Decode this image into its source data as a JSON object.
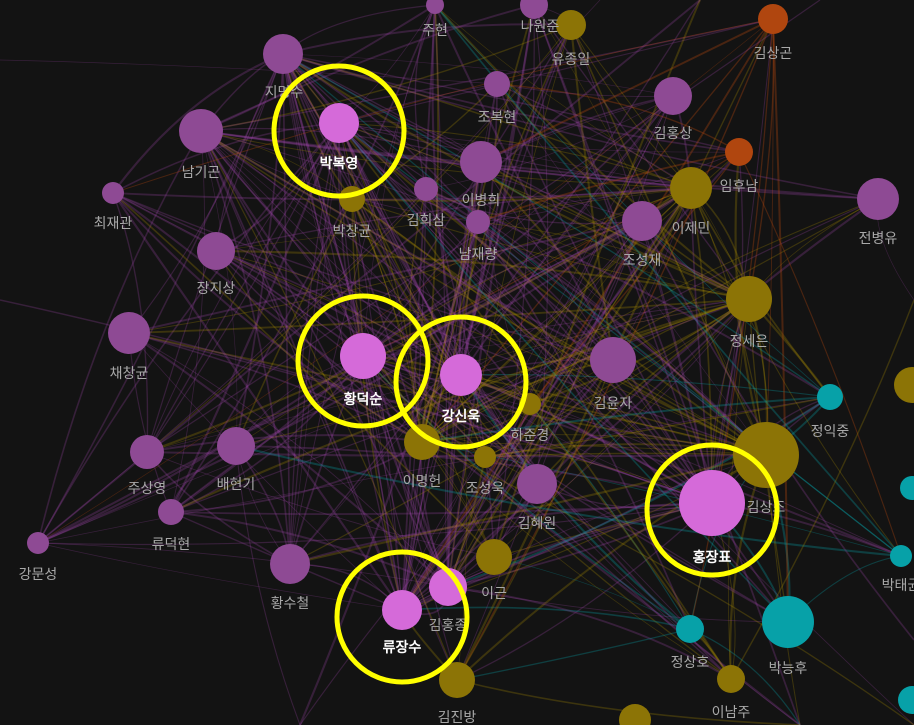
{
  "colors": {
    "background": "#131313",
    "purple": "#8e4a94",
    "highlight_pink": "#d56ad9",
    "olive": "#8c7406",
    "olive_bright": "#a88c05",
    "teal": "#07a1a8",
    "orange": "#b0460f",
    "ring": "#ffff00",
    "label": "#a9a9a9",
    "label_highlight": "#ffffff"
  },
  "nodes": [
    {
      "id": "주현",
      "label": "주현",
      "group": "purple",
      "size": "small"
    },
    {
      "id": "나원준",
      "label": "나원준",
      "group": "purple",
      "size": "small"
    },
    {
      "id": "유종일",
      "label": "유종일",
      "group": "olive",
      "size": "small"
    },
    {
      "id": "김상곤",
      "label": "김상곤",
      "group": "orange",
      "size": "small"
    },
    {
      "id": "지명수",
      "label": "지명수",
      "group": "purple",
      "size": "medium"
    },
    {
      "id": "박복영",
      "label": "박복영",
      "group": "pink",
      "size": "medium",
      "highlighted": true
    },
    {
      "id": "조복현",
      "label": "조복현",
      "group": "purple",
      "size": "small"
    },
    {
      "id": "김홍상",
      "label": "김홍상",
      "group": "purple",
      "size": "medium"
    },
    {
      "id": "남기곤",
      "label": "남기곤",
      "group": "purple",
      "size": "medium"
    },
    {
      "id": "이병희",
      "label": "이병희",
      "group": "purple",
      "size": "medium"
    },
    {
      "id": "임후남",
      "label": "임후남",
      "group": "orange",
      "size": "small"
    },
    {
      "id": "최재관",
      "label": "최재관",
      "group": "purple",
      "size": "small"
    },
    {
      "id": "김희삼",
      "label": "김희삼",
      "group": "purple",
      "size": "small"
    },
    {
      "id": "박창균",
      "label": "박창균",
      "group": "olive",
      "size": "small"
    },
    {
      "id": "남재량",
      "label": "남재량",
      "group": "purple",
      "size": "small"
    },
    {
      "id": "이제민",
      "label": "이제민",
      "group": "olive",
      "size": "medium"
    },
    {
      "id": "전병유",
      "label": "전병유",
      "group": "purple",
      "size": "medium"
    },
    {
      "id": "조성재",
      "label": "조성재",
      "group": "purple",
      "size": "medium"
    },
    {
      "id": "장지상",
      "label": "장지상",
      "group": "purple",
      "size": "medium"
    },
    {
      "id": "정세은",
      "label": "정세은",
      "group": "olive",
      "size": "medium"
    },
    {
      "id": "채창균",
      "label": "채창균",
      "group": "purple",
      "size": "medium"
    },
    {
      "id": "황덕순",
      "label": "황덕순",
      "group": "pink",
      "size": "medium",
      "highlighted": true
    },
    {
      "id": "강신욱",
      "label": "강신욱",
      "group": "pink",
      "size": "medium",
      "highlighted": true
    },
    {
      "id": "김윤자",
      "label": "김윤자",
      "group": "purple",
      "size": "medium"
    },
    {
      "id": "정익중",
      "label": "정익중",
      "group": "teal",
      "size": "small"
    },
    {
      "id": "하준경",
      "label": "하준경",
      "group": "olive",
      "size": "small"
    },
    {
      "id": "주상영",
      "label": "주상영",
      "group": "purple",
      "size": "medium"
    },
    {
      "id": "배현기",
      "label": "배현기",
      "group": "purple",
      "size": "medium"
    },
    {
      "id": "이명헌",
      "label": "이명헌",
      "group": "olive",
      "size": "medium"
    },
    {
      "id": "조성욱",
      "label": "조성욱",
      "group": "olive",
      "size": "small"
    },
    {
      "id": "김상조",
      "label": "김상조",
      "group": "olive",
      "size": "large"
    },
    {
      "id": "류덕현",
      "label": "류덕현",
      "group": "purple",
      "size": "small"
    },
    {
      "id": "김혜원",
      "label": "김혜원",
      "group": "purple",
      "size": "medium"
    },
    {
      "id": "홍장표",
      "label": "홍장표",
      "group": "pink",
      "size": "large",
      "highlighted": true
    },
    {
      "id": "강문성",
      "label": "강문성",
      "group": "purple",
      "size": "small"
    },
    {
      "id": "황수철",
      "label": "황수철",
      "group": "purple",
      "size": "medium"
    },
    {
      "id": "이근",
      "label": "이근",
      "group": "olive",
      "size": "medium"
    },
    {
      "id": "박태균",
      "label": "박태균",
      "group": "teal",
      "size": "small"
    },
    {
      "id": "김홍종",
      "label": "김홍종",
      "group": "pink",
      "size": "medium"
    },
    {
      "id": "류장수",
      "label": "류장수",
      "group": "pink",
      "size": "medium",
      "highlighted": true
    },
    {
      "id": "정상호",
      "label": "정상호",
      "group": "teal",
      "size": "small"
    },
    {
      "id": "박능후",
      "label": "박능후",
      "group": "teal",
      "size": "medium"
    },
    {
      "id": "이남주",
      "label": "이남주",
      "group": "olive",
      "size": "small"
    },
    {
      "id": "김진방",
      "label": "김진방",
      "group": "olive",
      "size": "medium"
    }
  ]
}
